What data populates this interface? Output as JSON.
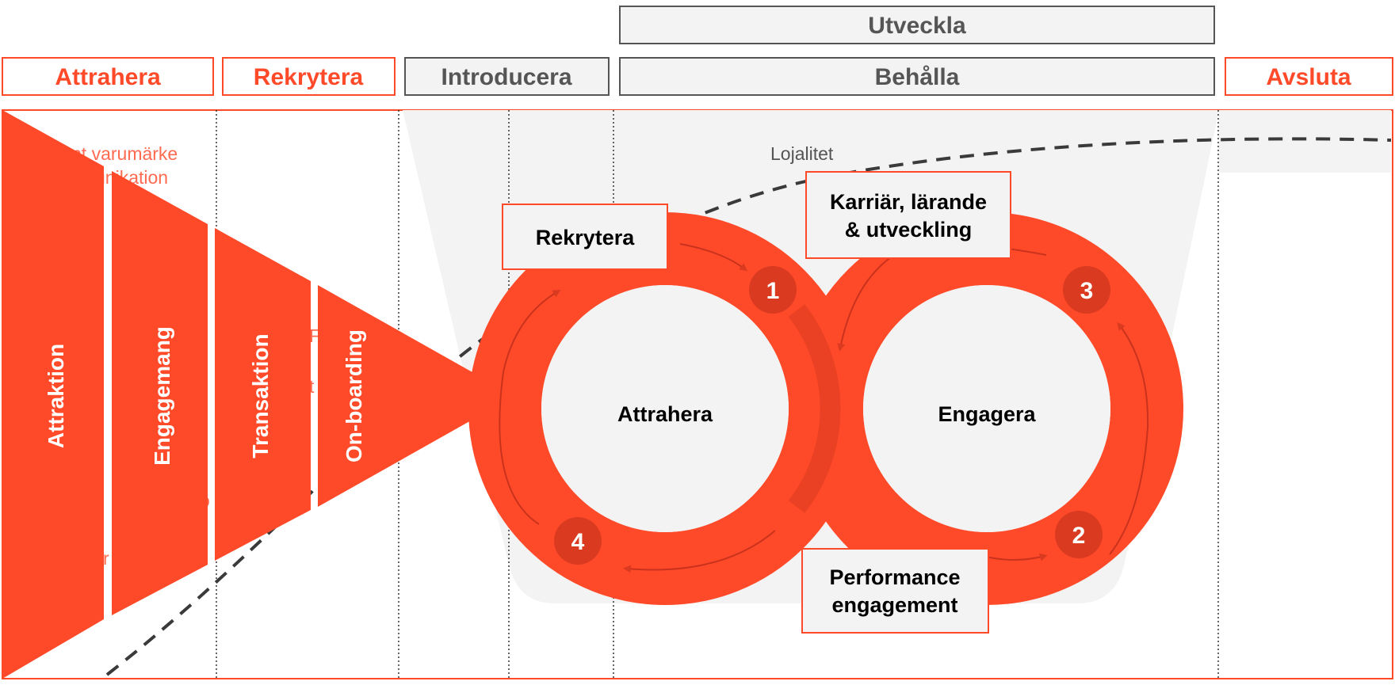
{
  "colors": {
    "accent": "#FF4A2A",
    "accent_dark": "#D93A20",
    "accent_darker": "#C9321C",
    "panel_gray": "#F3F3F3",
    "header_gray_text": "#555555",
    "box_text": "#000000",
    "dash": "#3A3A3A",
    "faded_text": "#FF6B50",
    "label_gray": "#555555"
  },
  "header": {
    "top": {
      "label": "Utveckla"
    },
    "phases": [
      {
        "label": "Attrahera",
        "style": "orange"
      },
      {
        "label": "Rekrytera",
        "style": "orange"
      },
      {
        "label": "Introducera",
        "style": "gray"
      },
      {
        "label": "Behålla",
        "style": "gray"
      },
      {
        "label": "Avsluta",
        "style": "orange"
      }
    ]
  },
  "funnel": {
    "faded_line1": "nt varumärke",
    "faded_line2": "unikation",
    "faded_r": "F",
    "faded_t": "t",
    "faded_o": "o",
    "faded_r2": "r",
    "stages": [
      {
        "label": "Attraktion"
      },
      {
        "label": "Engagemang"
      },
      {
        "label": "Transaktion"
      },
      {
        "label": "On-boarding"
      }
    ]
  },
  "loyalty_label": "Lojalitet",
  "loops": {
    "left_center": "Attrahera",
    "right_center": "Engagera",
    "faded_text": "nt varumä"
  },
  "callouts": [
    {
      "id": "rekrytera",
      "line1": "Rekrytera",
      "line2": ""
    },
    {
      "id": "karriar",
      "line1": "Karriär, lärande",
      "line2": "& utveckling"
    },
    {
      "id": "performance",
      "line1": "Performance",
      "line2": "engagement"
    }
  ],
  "steps": [
    "1",
    "2",
    "3",
    "4"
  ]
}
